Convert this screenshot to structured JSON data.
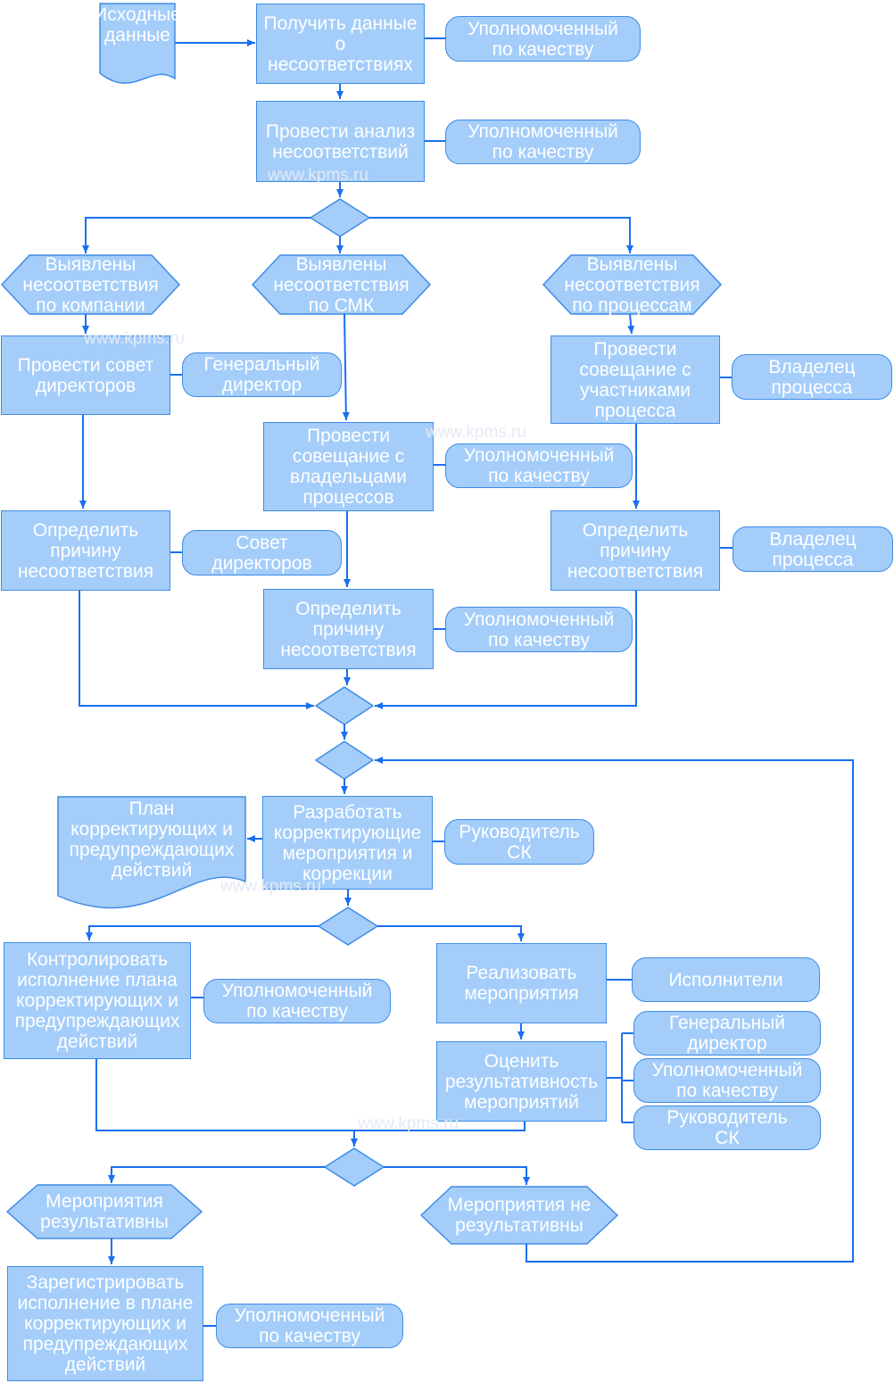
{
  "diagram": {
    "colors": {
      "fill": "#a4cdfa",
      "stroke": "#3f8ce6",
      "line": "#1a6ff0",
      "text": "#ffffff",
      "watermark": "#e4eaf4"
    },
    "watermark": "www.kpms.ru",
    "nodes": {
      "source_data": "Исходные\nданные",
      "get_data": "Получить данные\nо\nнесоответствиях",
      "role_get": "Уполномоченный\nпо качеству",
      "analyze": "Провести анализ\nнесоответствий",
      "role_analyze": "Уполномоченный\nпо качеству",
      "found_company": "Выявлены\nнесоответствия\nпо компании",
      "found_qms": "Выявлены\nнесоответствия\nпо СМК",
      "found_process": "Выявлены\nнесоответствия\nпо процессам",
      "board_meeting": "Провести совет\nдиректоров",
      "role_board": "Генеральный\nдиректор",
      "owners_meeting": "Провести\nсовещание с\nвладельцами\nпроцессов",
      "role_owners": "Уполномоченный\nпо качеству",
      "participants_meeting": "Провести\nсовещание с\nучастниками\nпроцесса",
      "role_participants": "Владелец\nпроцесса",
      "cause_left": "Определить\nпричину\nнесоответствия",
      "role_cause_left": "Совет\nдиректоров",
      "cause_mid": "Определить\nпричину\nнесоответствия",
      "role_cause_mid": "Уполномоченный\nпо качеству",
      "cause_right": "Определить\nпричину\nнесоответствия",
      "role_cause_right": "Владелец\nпроцесса",
      "plan_doc": "План\nкорректирующих и\nпредупреждающих\nдействий",
      "develop": "Разработать\nкорректирующие\nмероприятия и\nкоррекции",
      "role_develop": "Руководитель\nСК",
      "control": "Контролировать\nисполнение плана\nкорректирующих и\nпредупреждающих\nдействий",
      "role_control": "Уполномоченный\nпо качеству",
      "implement": "Реализовать\nмероприятия",
      "role_implement": "Исполнители",
      "evaluate": "Оценить\nрезультативность\nмероприятий",
      "role_eval_1": "Генеральный\nдиректор",
      "role_eval_2": "Уполномоченный\nпо качеству",
      "role_eval_3": "Руководитель\nСК",
      "effective": "Мероприятия\nрезультативны",
      "not_effective": "Мероприятия не\nрезультативны",
      "register": "Зарегистрировать\nисполнение в плане\nкорректирующих и\nпредупреждающих\nдействий",
      "role_register": "Уполномоченный\nпо качеству"
    }
  }
}
